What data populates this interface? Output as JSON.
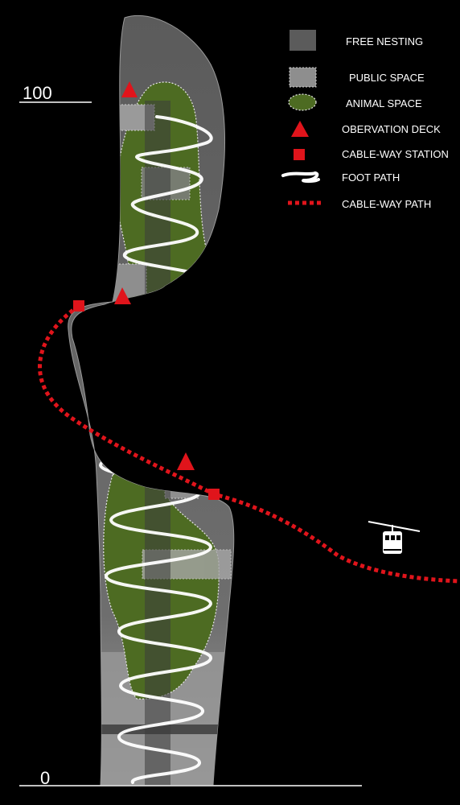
{
  "scale": {
    "top_label": "100",
    "bottom_label": "0"
  },
  "legend": {
    "free_nesting": "FREE NESTING",
    "public_space": "PUBLIC SPACE",
    "animal_space": "ANIMAL SPACE",
    "observation_deck": "OBERVATION DECK",
    "cable_way_station": "CABLE-WAY STATION",
    "foot_path": "FOOT PATH",
    "cable_way_path": "CABLE-WAY PATH"
  },
  "colors": {
    "tower": "#5b5b5b",
    "tower_lower": "#8c8c8c",
    "public_space": "#9a9a9a",
    "animal_space": "#4d6b22",
    "observation_deck": "#e0141b",
    "cable_way": "#e0141b",
    "foot_path": "#ffffff"
  },
  "icons": {
    "cable_car": "cable-car-icon"
  }
}
